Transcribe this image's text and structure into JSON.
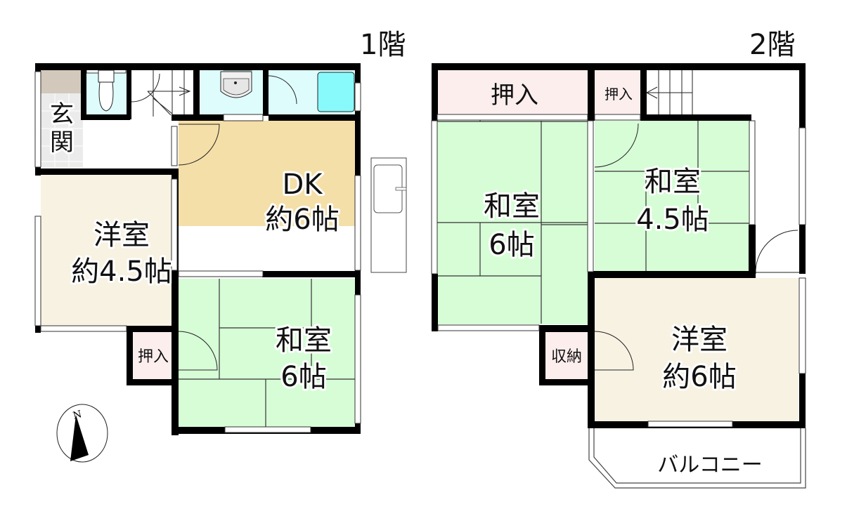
{
  "floors": [
    {
      "label": "1階",
      "rooms": [
        {
          "id": "genkan",
          "name": "玄関",
          "area": ""
        },
        {
          "id": "dk",
          "name": "DK",
          "area": "約6帖"
        },
        {
          "id": "yoshitsu1",
          "name": "洋室",
          "area": "約4.5帖"
        },
        {
          "id": "washitsu1",
          "name": "和室",
          "area": "6帖"
        },
        {
          "id": "oshiire1",
          "name": "押入",
          "area": ""
        }
      ]
    },
    {
      "label": "2階",
      "rooms": [
        {
          "id": "oshiire2a",
          "name": "押入",
          "area": ""
        },
        {
          "id": "oshiire2b",
          "name": "押入",
          "area": ""
        },
        {
          "id": "washitsu2a",
          "name": "和室",
          "area": "6帖"
        },
        {
          "id": "washitsu2b",
          "name": "和室",
          "area": "4.5帖"
        },
        {
          "id": "yoshitsu2",
          "name": "洋室",
          "area": "約6帖"
        },
        {
          "id": "shuno",
          "name": "収納",
          "area": ""
        },
        {
          "id": "balcony",
          "name": "バルコニー",
          "area": ""
        }
      ]
    }
  ],
  "compass": {
    "label": "N"
  },
  "colors": {
    "tatami": "#d7fdd7",
    "western": "#f8f2e3",
    "dk": "#f5dfa8",
    "storage": "#fdeeee",
    "wet": "#dffcfc",
    "bath": "#88fafc",
    "genkan_tile": "#ebebeb",
    "genkan_step": "#d3c8bc"
  }
}
